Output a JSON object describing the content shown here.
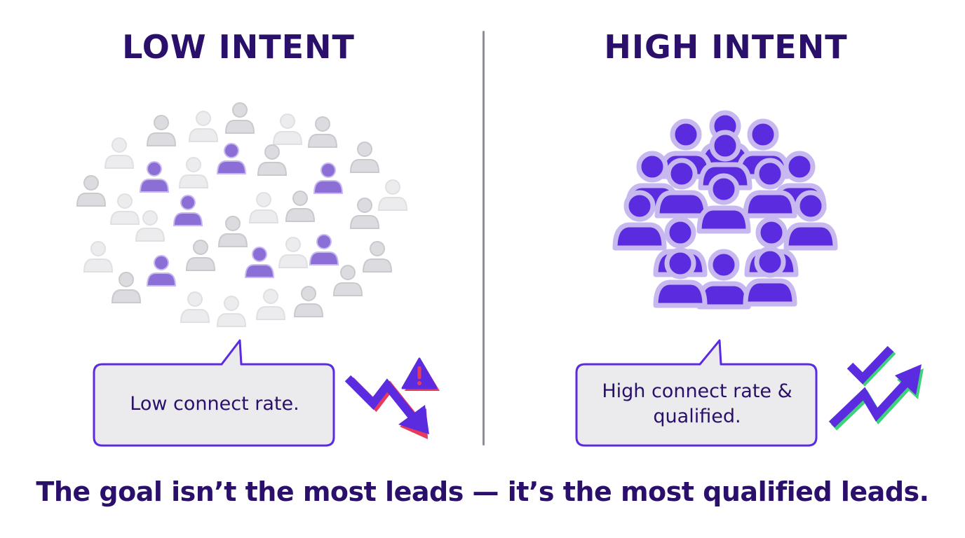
{
  "left_panel": {
    "title": "LOW INTENT",
    "caption": "Low connect rate."
  },
  "right_panel": {
    "title": "HIGH INTENT",
    "caption": "High connect rate & qualified."
  },
  "footer": "The goal isn’t the most leads — it’s the most qualified leads.",
  "colors": {
    "dark_purple": "#2a0f6b",
    "vivid_purple": "#5b2be0",
    "muted_purple": "#8b6fd6",
    "light_purple": "#c7b8ef",
    "gray_person": "#d9d9dd",
    "warning_red": "#e83a5a",
    "success_green": "#3ed27a"
  },
  "icons": [
    "person-icon",
    "speech-bubble",
    "trend-down-arrow-icon",
    "warning-icon",
    "checkmark-icon",
    "trend-up-arrow-icon"
  ]
}
